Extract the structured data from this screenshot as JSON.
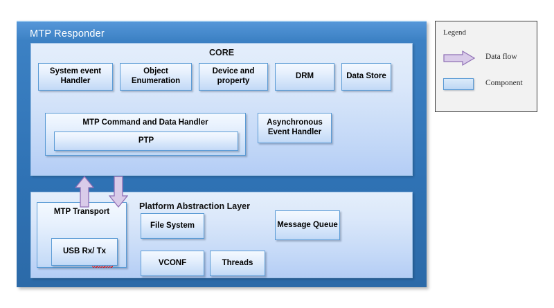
{
  "diagram": {
    "title": "MTP Responder",
    "colors": {
      "frame_blue": "#2f72b4",
      "panel_light_blue": "#cfe0f8",
      "component_border": "#5b9bd5",
      "component_fill": "#e6f0fd",
      "arrow_fill": "#d9cbe9",
      "arrow_border": "#8f6fb5",
      "legend_bg": "#f2f2f2",
      "legend_border": "#3a3a3a",
      "spellcheck_red": "#e81313"
    },
    "core": {
      "title": "CORE",
      "top_row": [
        {
          "label": "System event Handler"
        },
        {
          "label": "Object Enumeration"
        },
        {
          "label": "Device and property"
        },
        {
          "label": "DRM"
        },
        {
          "label": "Data Store"
        }
      ],
      "mtp_command_handler": {
        "label": "MTP Command and Data Handler",
        "child": {
          "label": "PTP"
        }
      },
      "async_event_handler": {
        "label": "Asynchronous Event Handler"
      }
    },
    "pal": {
      "title": "Platform Abstraction Layer",
      "mtp_transport": {
        "label": "MTP Transport",
        "child": {
          "label": "USB Rx/ Tx",
          "misspelled_token": "Tx"
        }
      },
      "boxes": [
        {
          "label": "File System"
        },
        {
          "label": "VCONF"
        },
        {
          "label": "Threads"
        },
        {
          "label": "Message Queue"
        }
      ]
    },
    "arrows": [
      {
        "name": "upward-data-flow",
        "direction": "up"
      },
      {
        "name": "downward-data-flow",
        "direction": "down"
      }
    ]
  },
  "legend": {
    "title": "Legend",
    "items": [
      {
        "icon": "data-flow-arrow-icon",
        "label": "Data flow"
      },
      {
        "icon": "component-swatch-icon",
        "label": "Component"
      }
    ]
  }
}
